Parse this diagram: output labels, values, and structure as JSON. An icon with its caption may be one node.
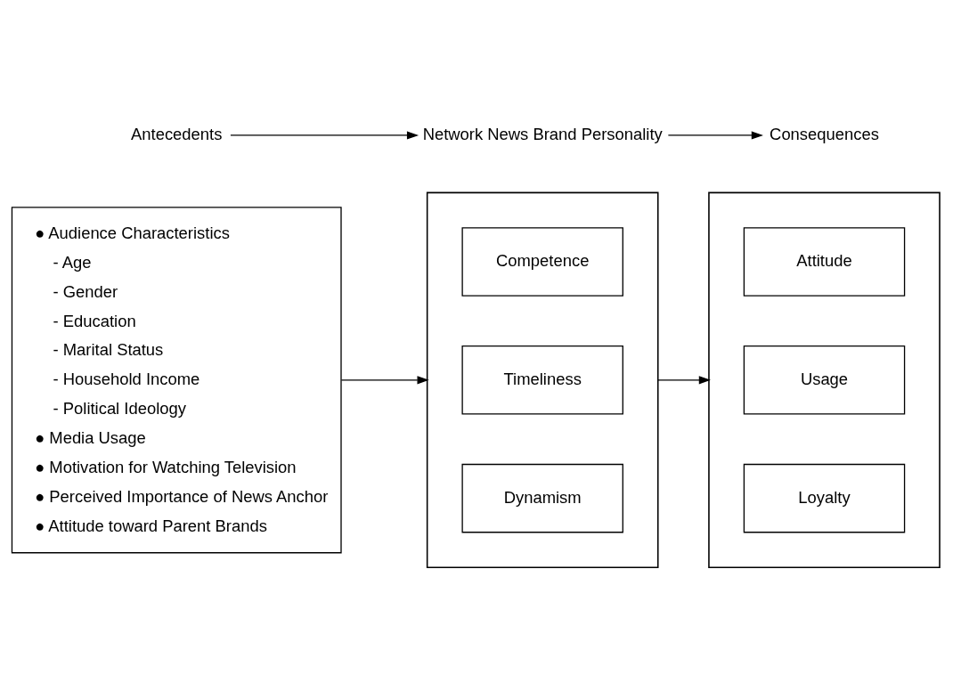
{
  "diagram": {
    "nodes": [
      {
        "text": [
          "Antecedents"
        ]
      },
      {
        "text": [
          "Network News Brand Personality"
        ]
      },
      {
        "text": [
          "Consequences"
        ]
      },
      {
        "text": [
          "● Audience Characteristics",
          "- Age",
          "- Gender",
          "- Education",
          "- Marital Status",
          "- Household Income",
          "- Political Ideology",
          "● Media Usage",
          "● Motivation for Watching Television",
          "● Perceived Importance of News Anchor",
          "● Attitude toward Parent Brands"
        ]
      },
      {
        "text": [],
        "shape": "box"
      },
      {
        "text": [
          "Competence"
        ],
        "in": 4
      },
      {
        "text": [
          "Timeliness"
        ],
        "in": 4
      },
      {
        "text": [
          "Dynamism"
        ],
        "in": 4
      },
      {
        "text": [],
        "shape": "box"
      },
      {
        "text": [
          "Attitude"
        ],
        "in": 8
      },
      {
        "text": [
          "Usage"
        ],
        "in": 8
      },
      {
        "text": [
          "Loyalty"
        ],
        "in": 8
      }
    ],
    "edges": [
      {
        "from": 0,
        "to": 1,
        "arrow": "to"
      },
      {
        "from": 1,
        "to": 2,
        "arrow": "to"
      },
      {
        "from": 3,
        "to": 4,
        "arrow": "to"
      },
      {
        "from": 4,
        "to": 8,
        "arrow": "to"
      }
    ]
  }
}
